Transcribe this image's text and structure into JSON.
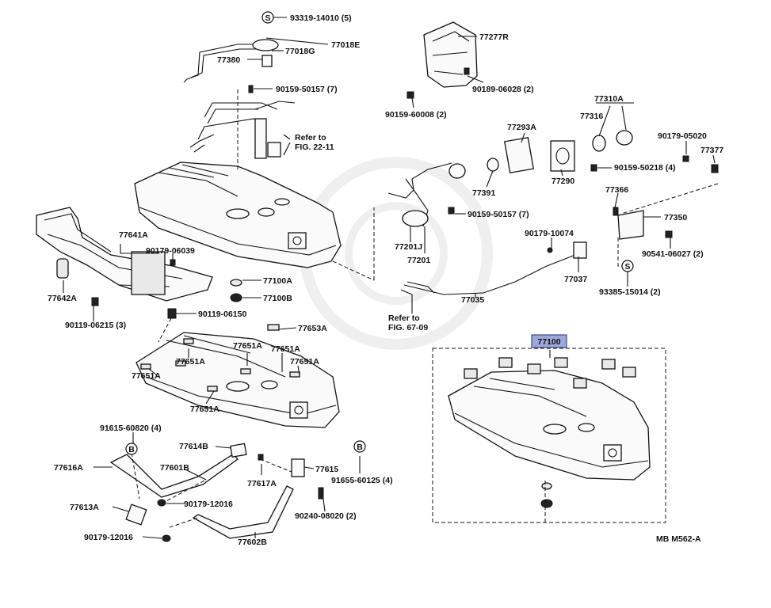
{
  "diagram": {
    "selected_part": "77100",
    "footer_code": "MB  M562-A",
    "labels": {
      "p93319": "93319-14010 (5)",
      "p77018E": "77018E",
      "p77018G": "77018G",
      "p77380": "77380",
      "p90159_7a": "90159-50157 (7)",
      "refer_to_a": "Refer to",
      "fig_22": "FIG. 22-11",
      "p77277R": "77277R",
      "p90189": "90189-06028 (2)",
      "p90159_60008": "90159-60008 (2)",
      "p77310A": "77310A",
      "p77316": "77316",
      "p77293A": "77293A",
      "p90179_05020": "90179-05020",
      "p77377": "77377",
      "p90159_50218": "90159-50218 (4)",
      "p77391": "77391",
      "p77290": "77290",
      "p77366": "77366",
      "p77350": "77350",
      "p90159_7b": "90159-50157 (7)",
      "p77201J": "77201J",
      "p77201": "77201",
      "p90179_10074": "90179-10074",
      "p90541": "90541-06027 (2)",
      "p77037": "77037",
      "p93385": "93385-15014 (2)",
      "p77035": "77035",
      "refer_to_b": "Refer to",
      "fig_67": "FIG. 67-09",
      "p77641A": "77641A",
      "p90179_06039": "90179-06039",
      "p77100A": "77100A",
      "p77100B": "77100B",
      "p77642A": "77642A",
      "p90119_06215": "90119-06215 (3)",
      "p90119_06150": "90119-06150",
      "p77653A": "77653A",
      "p77651A_1": "77651A",
      "p77651A_2": "77651A",
      "p77651A_3": "77651A",
      "p77651A_4": "77651A",
      "p77651A_5": "77651A",
      "p77651A_6": "77651A",
      "p91615": "91615-60820 (4)",
      "p77614B": "77614B",
      "p77616A": "77616A",
      "p77601B": "77601B",
      "p77617A": "77617A",
      "p77615": "77615",
      "p91655": "91655-60125 (4)",
      "p77613A": "77613A",
      "p90179_12016a": "90179-12016",
      "p90240": "90240-08020 (2)",
      "p90179_12016b": "90179-12016",
      "p77602B": "77602B",
      "circle_s": "S",
      "circle_b": "B"
    }
  }
}
